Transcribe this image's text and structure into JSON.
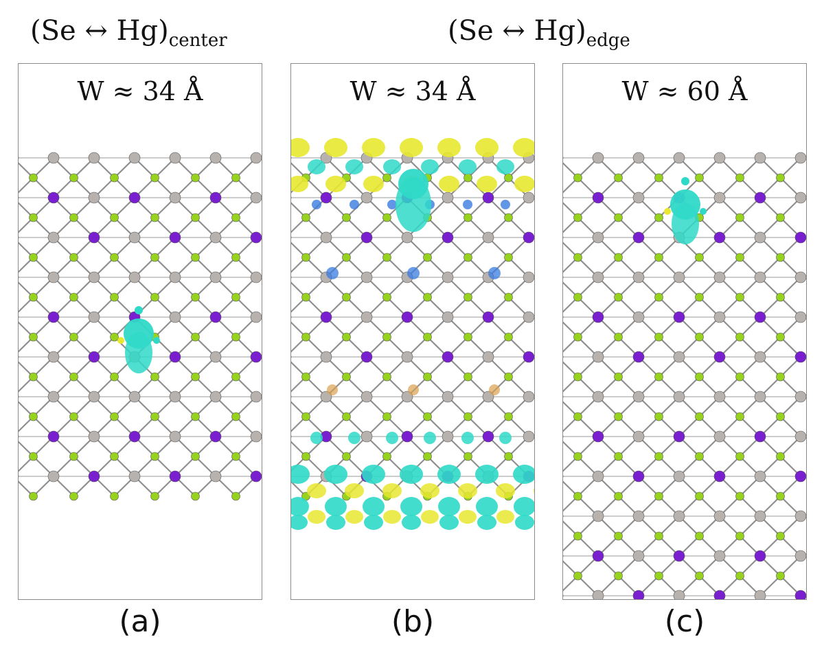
{
  "headings": {
    "left": {
      "main": "(Se ↔ Hg)",
      "subscript": "center"
    },
    "right": {
      "main": "(Se ↔ Hg)",
      "subscript": "edge"
    }
  },
  "panels": [
    {
      "id": "a",
      "width_label": "W ≈ 34 Å",
      "caption": "(a)",
      "rows": 18,
      "cut_bottom": false,
      "defect": "center",
      "density": "localized"
    },
    {
      "id": "b",
      "width_label": "W ≈ 34 Å",
      "caption": "(b)",
      "rows": 18,
      "cut_bottom": false,
      "defect": "edge",
      "density": "delocalized-edges"
    },
    {
      "id": "c",
      "width_label": "W ≈ 60 Å",
      "caption": "(c)",
      "rows": 24,
      "cut_bottom": true,
      "defect": "edge",
      "density": "localized"
    }
  ],
  "colors": {
    "hg_atom": "#b8b2ae",
    "se_atom": "#96d21e",
    "te_atom": "#7a1fd0",
    "bond": "#8f8f8f",
    "isosurface_cyan": "#2fd9c8",
    "isosurface_yellow": "#e8e830",
    "isosurface_blue": "#3a7be0"
  }
}
